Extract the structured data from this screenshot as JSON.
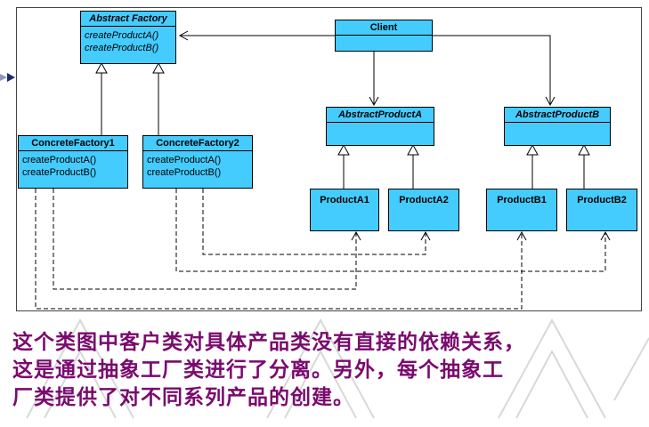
{
  "diagram": {
    "abstract_factory": {
      "name": "Abstract Factory",
      "ops": [
        "createProductA()",
        "createProductB()"
      ]
    },
    "client": {
      "name": "Client"
    },
    "concrete_factory_1": {
      "name": "ConcreteFactory1",
      "ops": [
        "createProductA()",
        "createProductB()"
      ]
    },
    "concrete_factory_2": {
      "name": "ConcreteFactory2",
      "ops": [
        "createProductA()",
        "createProductB()"
      ]
    },
    "abstract_product_a": {
      "name": "AbstractProductA"
    },
    "abstract_product_b": {
      "name": "AbstractProductB"
    },
    "product_a1": {
      "name": "ProductA1"
    },
    "product_a2": {
      "name": "ProductA2"
    },
    "product_b1": {
      "name": "ProductB1"
    },
    "product_b2": {
      "name": "ProductB2"
    }
  },
  "caption": {
    "lines": [
      "这个类图中客户类对具体产品类没有直接的依赖关系，",
      "这是通过抽象工厂类进行了分离。另外，每个抽象工",
      "厂类提供了对不同系列产品的创建。"
    ]
  },
  "colors": {
    "class_fill": "#44ccff",
    "caption_text": "#7a0a6e"
  }
}
